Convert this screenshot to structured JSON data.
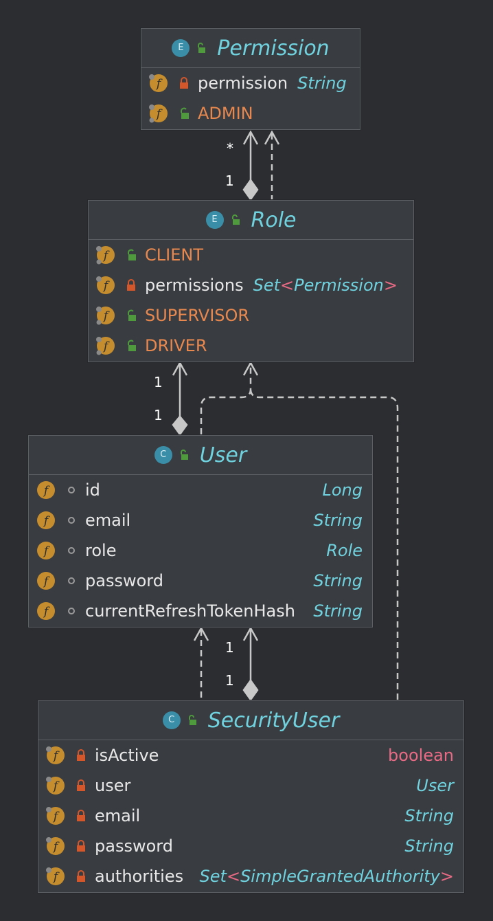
{
  "diagram": {
    "colors": {
      "background": "#2b2d30",
      "node_fill": "#393c40",
      "title": "#6fd2de",
      "constant": "#e8884f",
      "primitive": "#e86a85",
      "connector": "#c8c8c8"
    },
    "nodes": {
      "permission": {
        "kind": "E",
        "title": "Permission",
        "fields": [
          {
            "name": "permission",
            "type": "String",
            "access": "private"
          },
          {
            "name": "ADMIN",
            "type": "",
            "access": "public",
            "constant": true
          }
        ]
      },
      "role": {
        "kind": "E",
        "title": "Role",
        "fields": [
          {
            "name": "CLIENT",
            "access": "public",
            "constant": true
          },
          {
            "name": "permissions",
            "type_prefix": "Set",
            "type_open": "<",
            "type_arg": "Permission",
            "type_close": ">",
            "access": "private"
          },
          {
            "name": "SUPERVISOR",
            "access": "public",
            "constant": true
          },
          {
            "name": "DRIVER",
            "access": "public",
            "constant": true
          }
        ]
      },
      "user": {
        "kind": "C",
        "title": "User",
        "fields": [
          {
            "name": "id",
            "type": "Long",
            "access": "package"
          },
          {
            "name": "email",
            "type": "String",
            "access": "package"
          },
          {
            "name": "role",
            "type": "Role",
            "access": "package"
          },
          {
            "name": "password",
            "type": "String",
            "access": "package"
          },
          {
            "name": "currentRefreshTokenHash",
            "type": "String",
            "access": "package"
          }
        ]
      },
      "security_user": {
        "kind": "C",
        "title": "SecurityUser",
        "fields": [
          {
            "name": "isActive",
            "type": "boolean",
            "access": "private"
          },
          {
            "name": "user",
            "type": "User",
            "access": "private"
          },
          {
            "name": "email",
            "type": "String",
            "access": "private"
          },
          {
            "name": "password",
            "type": "String",
            "access": "private"
          },
          {
            "name": "authorities",
            "type_prefix": "Set",
            "type_open": "<",
            "type_arg": "SimpleGrantedAuthority",
            "type_close": ">",
            "access": "private"
          }
        ]
      }
    },
    "multiplicities": {
      "role_permission_target": "*",
      "role_permission_source": "1",
      "user_role_target": "1",
      "user_role_source": "1",
      "security_user_user_target": "1",
      "security_user_user_source": "1"
    },
    "edges": [
      {
        "from": "Role",
        "to": "Permission",
        "type": "composition"
      },
      {
        "from": "Role",
        "to": "Permission",
        "type": "dependency"
      },
      {
        "from": "User",
        "to": "Role",
        "type": "composition"
      },
      {
        "from": "User",
        "to": "Role",
        "type": "dependency"
      },
      {
        "from": "SecurityUser",
        "to": "Role",
        "type": "dependency"
      },
      {
        "from": "SecurityUser",
        "to": "User",
        "type": "composition"
      },
      {
        "from": "SecurityUser",
        "to": "User",
        "type": "dependency"
      }
    ]
  }
}
